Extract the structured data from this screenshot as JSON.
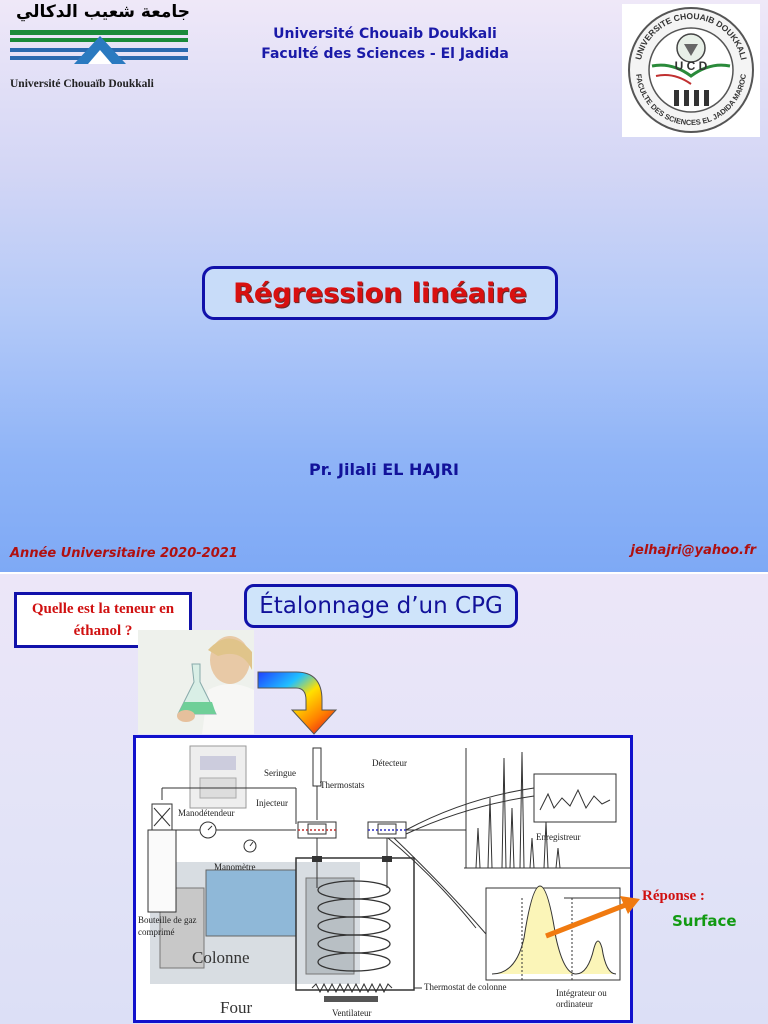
{
  "slide1": {
    "logo_left": {
      "arabic": "جامعة شعيب الدكالي",
      "latin": "Université Chouaïb Doukkali"
    },
    "header": {
      "line1": "Université Chouaib Doukkali",
      "line2": "Faculté des Sciences - El Jadida"
    },
    "logo_right": {
      "text_top": "UNIVERSITE CHOUAIB DOUKKALI",
      "text_bottom": "FACULTE DES SCIENCES EL JADIDA MAROC",
      "letters": "U C D"
    },
    "title": "Régression linéaire",
    "author": "Pr. Jilali EL HAJRI",
    "year": "Année Universitaire 2020-2021",
    "email": "jelhajri@yahoo.fr"
  },
  "slide2": {
    "question": "Quelle est la teneur en éthanol ?",
    "title": "Étalonnage d’un CPG",
    "diagram": {
      "seringue": "Seringue",
      "thermostats": "Thermostats",
      "detecteur": "Détecteur",
      "injecteur": "Injecteur",
      "manodetendeur": "Manodétendeur",
      "manometre": "Manomètre",
      "enregistreur": "Enregistreur",
      "bouteille": "Bouteille de gaz comprimé",
      "colonne": "Colonne",
      "four": "Four",
      "thermostat_colonne": "Thermostat de colonne",
      "ventilateur": "Ventilateur",
      "integrateur": "Intégrateur ou ordinateur"
    },
    "reponse": "Réponse :",
    "surface": "Surface"
  }
}
